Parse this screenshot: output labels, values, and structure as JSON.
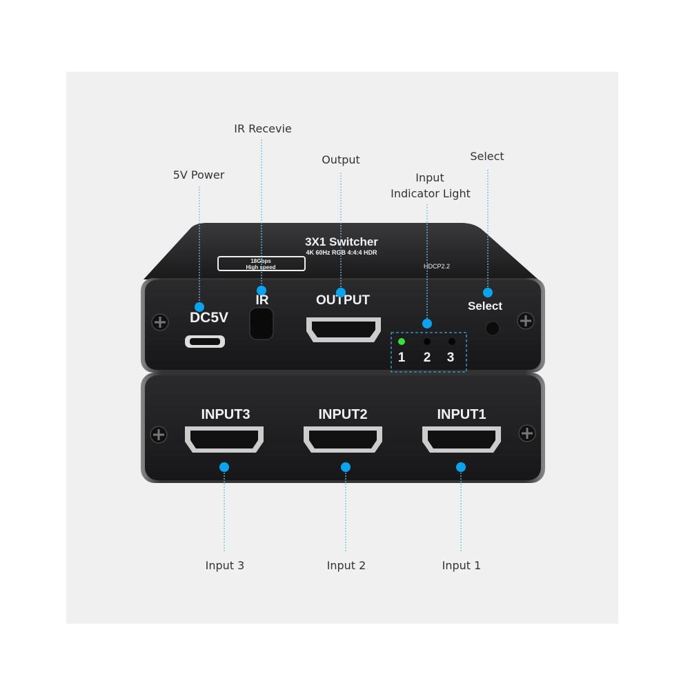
{
  "callouts": {
    "ir": "IR Recevie",
    "power": "5V Power",
    "output": "Output",
    "indicator_line1": "Input",
    "indicator_line2": "Indicator Light",
    "select": "Select",
    "input3": "Input 3",
    "input2": "Input 2",
    "input1": "Input 1"
  },
  "device_top": {
    "title": "3X1 Switcher",
    "subtitle": "4K 60Hz RGB 4:4:4 HDR",
    "badge_line1": "18Gbps",
    "badge_line2": "High speed",
    "hdcp": "HDCP2.2",
    "dc_label": "DC5V",
    "ir_label": "IR",
    "output_label": "OUTPUT",
    "select_label": "Select",
    "leds": [
      {
        "number": "1",
        "on": true
      },
      {
        "number": "2",
        "on": false
      },
      {
        "number": "3",
        "on": false
      }
    ]
  },
  "device_bottom": {
    "ports": [
      "INPUT3",
      "INPUT2",
      "INPUT1"
    ]
  },
  "colors": {
    "accent": "#0aa3ee",
    "led_on": "#35e03a",
    "panel": "#f0f0f0",
    "device": "#1e1e20"
  }
}
